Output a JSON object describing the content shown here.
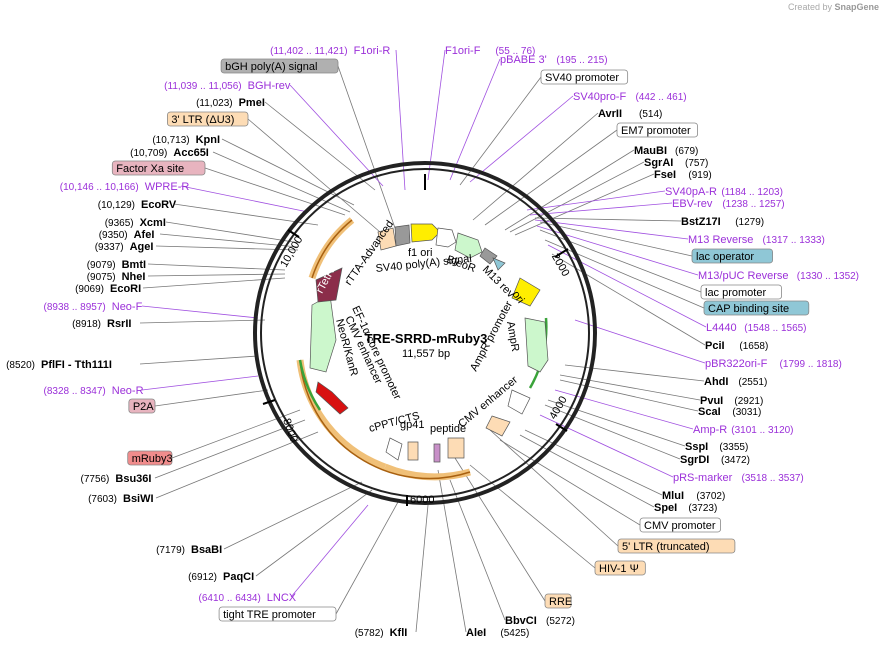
{
  "watermark": {
    "created_by": "Created by",
    "brand": "SnapGene"
  },
  "plasmid": {
    "name": "TRE-SRRD-mRuby3",
    "size": "11,557 bp"
  },
  "ticks": [
    "2000",
    "4000",
    "6000",
    "8000",
    "10,000"
  ],
  "features_inner": [
    "f1 ori",
    "BleoR",
    "SV40 poly(A) signal",
    "M13 rev",
    "ori",
    "AmpR",
    "AmpR promoter",
    "CMV enhancer",
    "peptide",
    "gp41",
    "cPPT/CTS",
    "CMV enhancer",
    "EF-1α core promoter",
    "NeoR/KanR",
    "rTTA-Advanced",
    "rTetR"
  ],
  "labels_left": [
    {
      "text": "F1ori-R",
      "coord": "(11,402 .. 11,421)",
      "color": "purple"
    },
    {
      "text": "bGH poly(A) signal",
      "box": "gray"
    },
    {
      "text": "BGH-rev",
      "coord": "(11,039 .. 11,056)",
      "color": "purple"
    },
    {
      "text": "PmeI",
      "coord": "(11,023)",
      "color": "black"
    },
    {
      "text": "3' LTR (ΔU3)",
      "box": "peach"
    },
    {
      "text": "KpnI",
      "coord": "(10,713)",
      "color": "black"
    },
    {
      "text": "Acc65I",
      "coord": "(10,709)",
      "color": "black"
    },
    {
      "text": "Factor Xa site",
      "box": "pink"
    },
    {
      "text": "WPRE-R",
      "coord": "(10,146 .. 10,166)",
      "color": "purple"
    },
    {
      "text": "EcoRV",
      "coord": "(10,129)",
      "color": "black"
    },
    {
      "text": "XcmI",
      "coord": "(9365)",
      "color": "black"
    },
    {
      "text": "AfeI",
      "coord": "(9350)",
      "color": "black"
    },
    {
      "text": "AgeI",
      "coord": "(9337)",
      "color": "black"
    },
    {
      "text": "BmtI",
      "coord": "(9079)",
      "color": "black"
    },
    {
      "text": "NheI",
      "coord": "(9075)",
      "color": "black"
    },
    {
      "text": "EcoRI",
      "coord": "(9069)",
      "color": "black"
    },
    {
      "text": "Neo-F",
      "coord": "(8938 .. 8957)",
      "color": "purple"
    },
    {
      "text": "RsrII",
      "coord": "(8918)",
      "color": "black"
    },
    {
      "text": "PflFI - Tth111I",
      "coord": "(8520)",
      "color": "black"
    },
    {
      "text": "Neo-R",
      "coord": "(8328 .. 8347)",
      "color": "purple"
    },
    {
      "text": "P2A",
      "box": "pink"
    },
    {
      "text": "mRuby3",
      "box": "red"
    },
    {
      "text": "Bsu36I",
      "coord": "(7756)",
      "color": "black"
    },
    {
      "text": "BsiWI",
      "coord": "(7603)",
      "color": "black"
    },
    {
      "text": "BsaBI",
      "coord": "(7179)",
      "color": "black"
    },
    {
      "text": "PaqCI",
      "coord": "(6912)",
      "color": "black"
    },
    {
      "text": "LNCX",
      "coord": "(6410 .. 6434)",
      "color": "purple"
    },
    {
      "text": "tight TRE promoter",
      "box": "white"
    },
    {
      "text": "KflI",
      "coord": "(5782)",
      "color": "black"
    }
  ],
  "labels_top": [
    {
      "text": "F1ori-F",
      "coord": "(55 .. 76)",
      "color": "purple"
    },
    {
      "text": "pBABE 3'",
      "coord": "(195 .. 215)",
      "color": "purple"
    },
    {
      "text": "SV40 promoter",
      "box": "white"
    },
    {
      "text": "SV40pro-F",
      "coord": "(442 .. 461)",
      "color": "purple"
    },
    {
      "text": "AvrII",
      "coord": "(514)",
      "color": "black"
    },
    {
      "text": "EM7 promoter",
      "box": "white"
    }
  ],
  "labels_right": [
    {
      "text": "MauBI",
      "coord": "(679)",
      "color": "black"
    },
    {
      "text": "SgrAI",
      "coord": "(757)",
      "color": "black"
    },
    {
      "text": "FseI",
      "coord": "(919)",
      "color": "black"
    },
    {
      "text": "SV40pA-R",
      "coord": "(1184 .. 1203)",
      "color": "purple"
    },
    {
      "text": "EBV-rev",
      "coord": "(1238 .. 1257)",
      "color": "purple"
    },
    {
      "text": "BstZ17I",
      "coord": "(1279)",
      "color": "black"
    },
    {
      "text": "M13 Reverse",
      "coord": "(1317 .. 1333)",
      "color": "purple"
    },
    {
      "text": "lac operator",
      "box": "teal"
    },
    {
      "text": "M13/pUC Reverse",
      "coord": "(1330 .. 1352)",
      "color": "purple"
    },
    {
      "text": "lac promoter",
      "box": "white"
    },
    {
      "text": "CAP binding site",
      "box": "teal"
    },
    {
      "text": "L4440",
      "coord": "(1548 .. 1565)",
      "color": "purple"
    },
    {
      "text": "PciI",
      "coord": "(1658)",
      "color": "black"
    },
    {
      "text": "pBR322ori-F",
      "coord": "(1799 .. 1818)",
      "color": "purple"
    },
    {
      "text": "AhdI",
      "coord": "(2551)",
      "color": "black"
    },
    {
      "text": "PvuI",
      "coord": "(2921)",
      "color": "black"
    },
    {
      "text": "ScaI",
      "coord": "(3031)",
      "color": "black"
    },
    {
      "text": "Amp-R",
      "coord": "(3101 .. 3120)",
      "color": "purple"
    },
    {
      "text": "SspI",
      "coord": "(3355)",
      "color": "black"
    },
    {
      "text": "SgrDI",
      "coord": "(3472)",
      "color": "black"
    },
    {
      "text": "pRS-marker",
      "coord": "(3518 .. 3537)",
      "color": "purple"
    },
    {
      "text": "MluI",
      "coord": "(3702)",
      "color": "black"
    },
    {
      "text": "SpeI",
      "coord": "(3723)",
      "color": "black"
    },
    {
      "text": "CMV promoter",
      "box": "white"
    },
    {
      "text": "5' LTR (truncated)",
      "box": "peach"
    },
    {
      "text": "HIV-1 Ψ",
      "box": "peach"
    },
    {
      "text": "RRE",
      "box": "peach"
    },
    {
      "text": "BbvCI",
      "coord": "(5272)",
      "color": "black"
    },
    {
      "text": "AleI",
      "coord": "(5425)",
      "color": "black"
    }
  ],
  "colors": {
    "enzyme": "#000000",
    "primer": "#9b30d9",
    "box_gray": "#b0b0b0",
    "box_peach": "#fddcb5",
    "box_pink": "#e8b4bf",
    "box_red": "#f08c8c",
    "box_teal": "#8fc7d6",
    "promoter_green": "#ccf7cc",
    "ltr_orange": "#f0a030",
    "mruby": "#d81111",
    "rtetr": "#8b2d4a",
    "ori_yellow": "#ffee00"
  }
}
